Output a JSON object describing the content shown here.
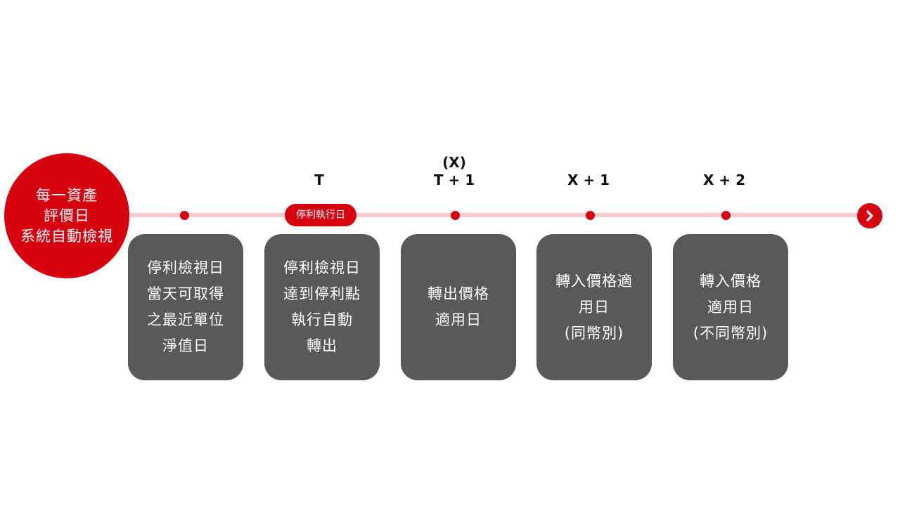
{
  "start": {
    "lines": [
      "每一資產",
      "評價日",
      "系統自動檢視"
    ]
  },
  "markers": {
    "pill_label": "停利執行日",
    "x_label": "(X)",
    "t_label": "T",
    "t1_label": "T + 1",
    "x1_label": "X + 1",
    "x2_label": "X + 2"
  },
  "steps": [
    {
      "lines": [
        "停利檢視日",
        "當天可取得",
        "之最近單位",
        "淨值日"
      ]
    },
    {
      "lines": [
        "停利檢視日",
        "達到停利點",
        "執行自動",
        "轉出"
      ]
    },
    {
      "lines": [
        "轉出價格",
        "適用日"
      ]
    },
    {
      "lines": [
        "轉入價格適",
        "用日",
        "(同幣別)"
      ]
    },
    {
      "lines": [
        "轉入價格",
        "適用日",
        "(不同幣別)"
      ]
    }
  ],
  "colors": {
    "accent": "#d7000f",
    "line": "#f2c9cc",
    "box": "#595959"
  },
  "icons": {
    "end": "chevron-right-icon"
  }
}
